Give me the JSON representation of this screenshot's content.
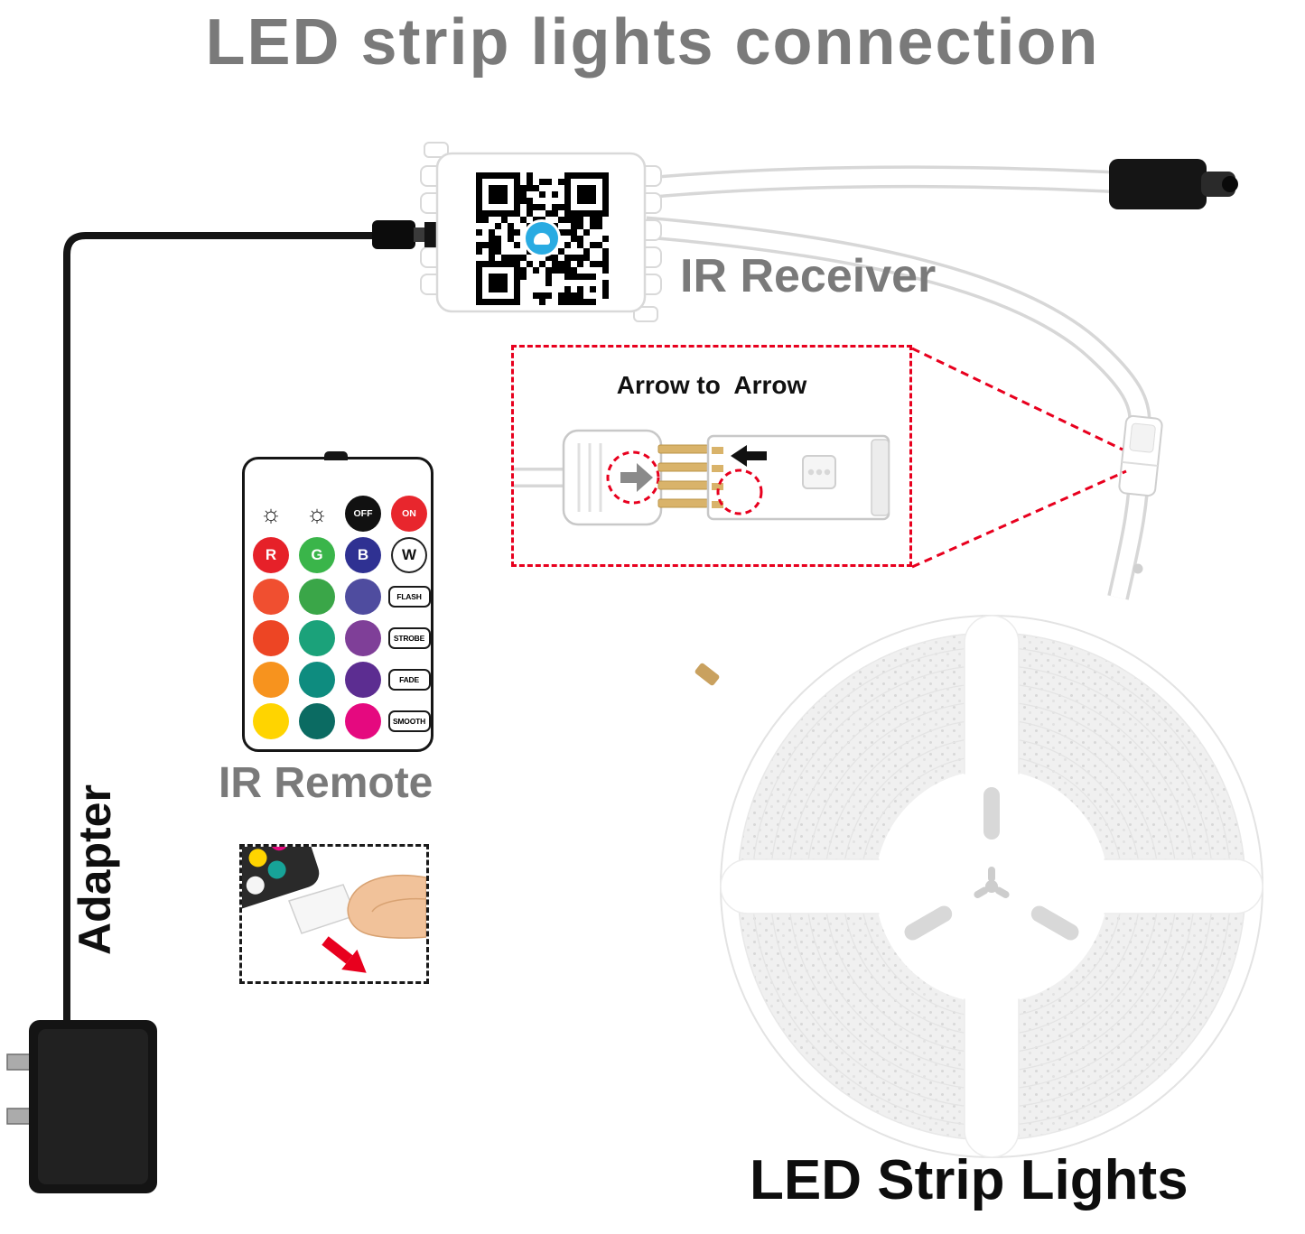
{
  "title": "LED strip lights connection",
  "labels": {
    "ir_receiver": "IR Receiver",
    "arrow_to_arrow": "Arrow to  Arrow",
    "ir_remote": "IR Remote",
    "adapter": "Adapter",
    "led_strip_lights": "LED Strip Lights"
  },
  "colors": {
    "label-gray": "#7a7a7a",
    "accent-red": "#e8001e",
    "qr-blue": "#29abe2",
    "text-black": "#111111",
    "gold": "#d9b36a"
  },
  "remote": {
    "buttons": [
      [
        {
          "kind": "glyph",
          "name": "brightness-up",
          "glyph": "☼",
          "bg": "#ffffff",
          "fg": "#111111"
        },
        {
          "kind": "glyph",
          "name": "brightness-down",
          "glyph": "☼",
          "bg": "#ffffff",
          "fg": "#111111"
        },
        {
          "kind": "round",
          "name": "off",
          "label": "OFF",
          "bg": "#111111",
          "fg": "#ffffff"
        },
        {
          "kind": "round",
          "name": "on",
          "label": "ON",
          "bg": "#e8262d",
          "fg": "#ffffff"
        }
      ],
      [
        {
          "kind": "round",
          "name": "red",
          "label": "R",
          "bg": "#e62129",
          "fg": "#ffffff"
        },
        {
          "kind": "round",
          "name": "green",
          "label": "G",
          "bg": "#3ab54a",
          "fg": "#ffffff"
        },
        {
          "kind": "round",
          "name": "blue",
          "label": "B",
          "bg": "#2f3192",
          "fg": "#ffffff"
        },
        {
          "kind": "round",
          "name": "white",
          "label": "W",
          "bg": "#ffffff",
          "fg": "#111111",
          "border": "#222222"
        }
      ],
      [
        {
          "kind": "round",
          "name": "color-orange-red",
          "bg": "#f04f30"
        },
        {
          "kind": "round",
          "name": "color-grass-green",
          "bg": "#3aa648"
        },
        {
          "kind": "round",
          "name": "color-indigo",
          "bg": "#4f4c9f"
        },
        {
          "kind": "pill",
          "name": "flash",
          "label": "FLASH"
        }
      ],
      [
        {
          "kind": "round",
          "name": "color-dark-orange",
          "bg": "#ed4524"
        },
        {
          "kind": "round",
          "name": "color-teal-green",
          "bg": "#1ba27a"
        },
        {
          "kind": "round",
          "name": "color-purple",
          "bg": "#7f3f98"
        },
        {
          "kind": "pill",
          "name": "strobe",
          "label": "STROBE"
        }
      ],
      [
        {
          "kind": "round",
          "name": "color-orange",
          "bg": "#f7931e"
        },
        {
          "kind": "round",
          "name": "color-teal",
          "bg": "#0e8c7f"
        },
        {
          "kind": "round",
          "name": "color-deep-purple",
          "bg": "#5c2d91"
        },
        {
          "kind": "pill",
          "name": "fade",
          "label": "FADE"
        }
      ],
      [
        {
          "kind": "round",
          "name": "color-yellow",
          "bg": "#ffd400"
        },
        {
          "kind": "round",
          "name": "color-dark-teal",
          "bg": "#0b6b62"
        },
        {
          "kind": "round",
          "name": "color-magenta",
          "bg": "#e5097f"
        },
        {
          "kind": "pill",
          "name": "smooth",
          "label": "SMOOTH"
        }
      ]
    ]
  }
}
